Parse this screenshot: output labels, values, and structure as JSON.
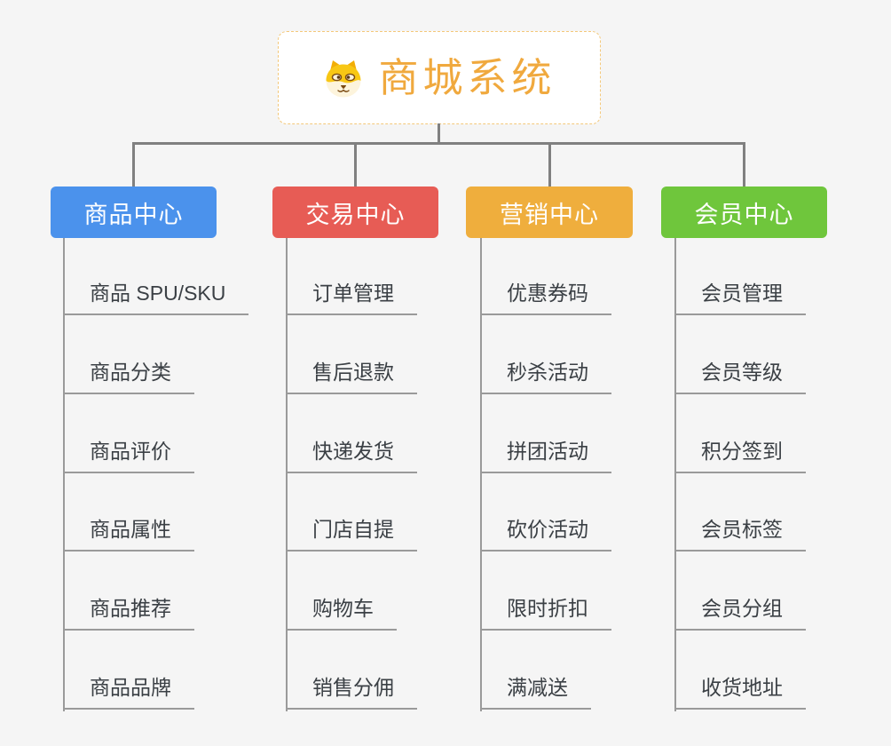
{
  "root": {
    "label": "商城系统",
    "icon": "dog-face-icon",
    "accent_color": "#f0a93e",
    "border_color": "#f3c87a"
  },
  "palette": {
    "background": "#f5f5f5",
    "connector_gray": "#808080",
    "underline_gray": "#9a9a9a",
    "leaf_text": "#3b4045"
  },
  "branches": [
    {
      "label": "商品中心",
      "color": "#4b92ec",
      "children": [
        "商品 SPU/SKU",
        "商品分类",
        "商品评价",
        "商品属性",
        "商品推荐",
        "商品品牌"
      ]
    },
    {
      "label": "交易中心",
      "color": "#e75c55",
      "children": [
        "订单管理",
        "售后退款",
        "快递发货",
        "门店自提",
        "购物车",
        "销售分佣"
      ]
    },
    {
      "label": "营销中心",
      "color": "#efae3d",
      "children": [
        "优惠券码",
        "秒杀活动",
        "拼团活动",
        "砍价活动",
        "限时折扣",
        "满减送"
      ]
    },
    {
      "label": "会员中心",
      "color": "#6fc63c",
      "children": [
        "会员管理",
        "会员等级",
        "积分签到",
        "会员标签",
        "会员分组",
        "收货地址"
      ]
    }
  ]
}
